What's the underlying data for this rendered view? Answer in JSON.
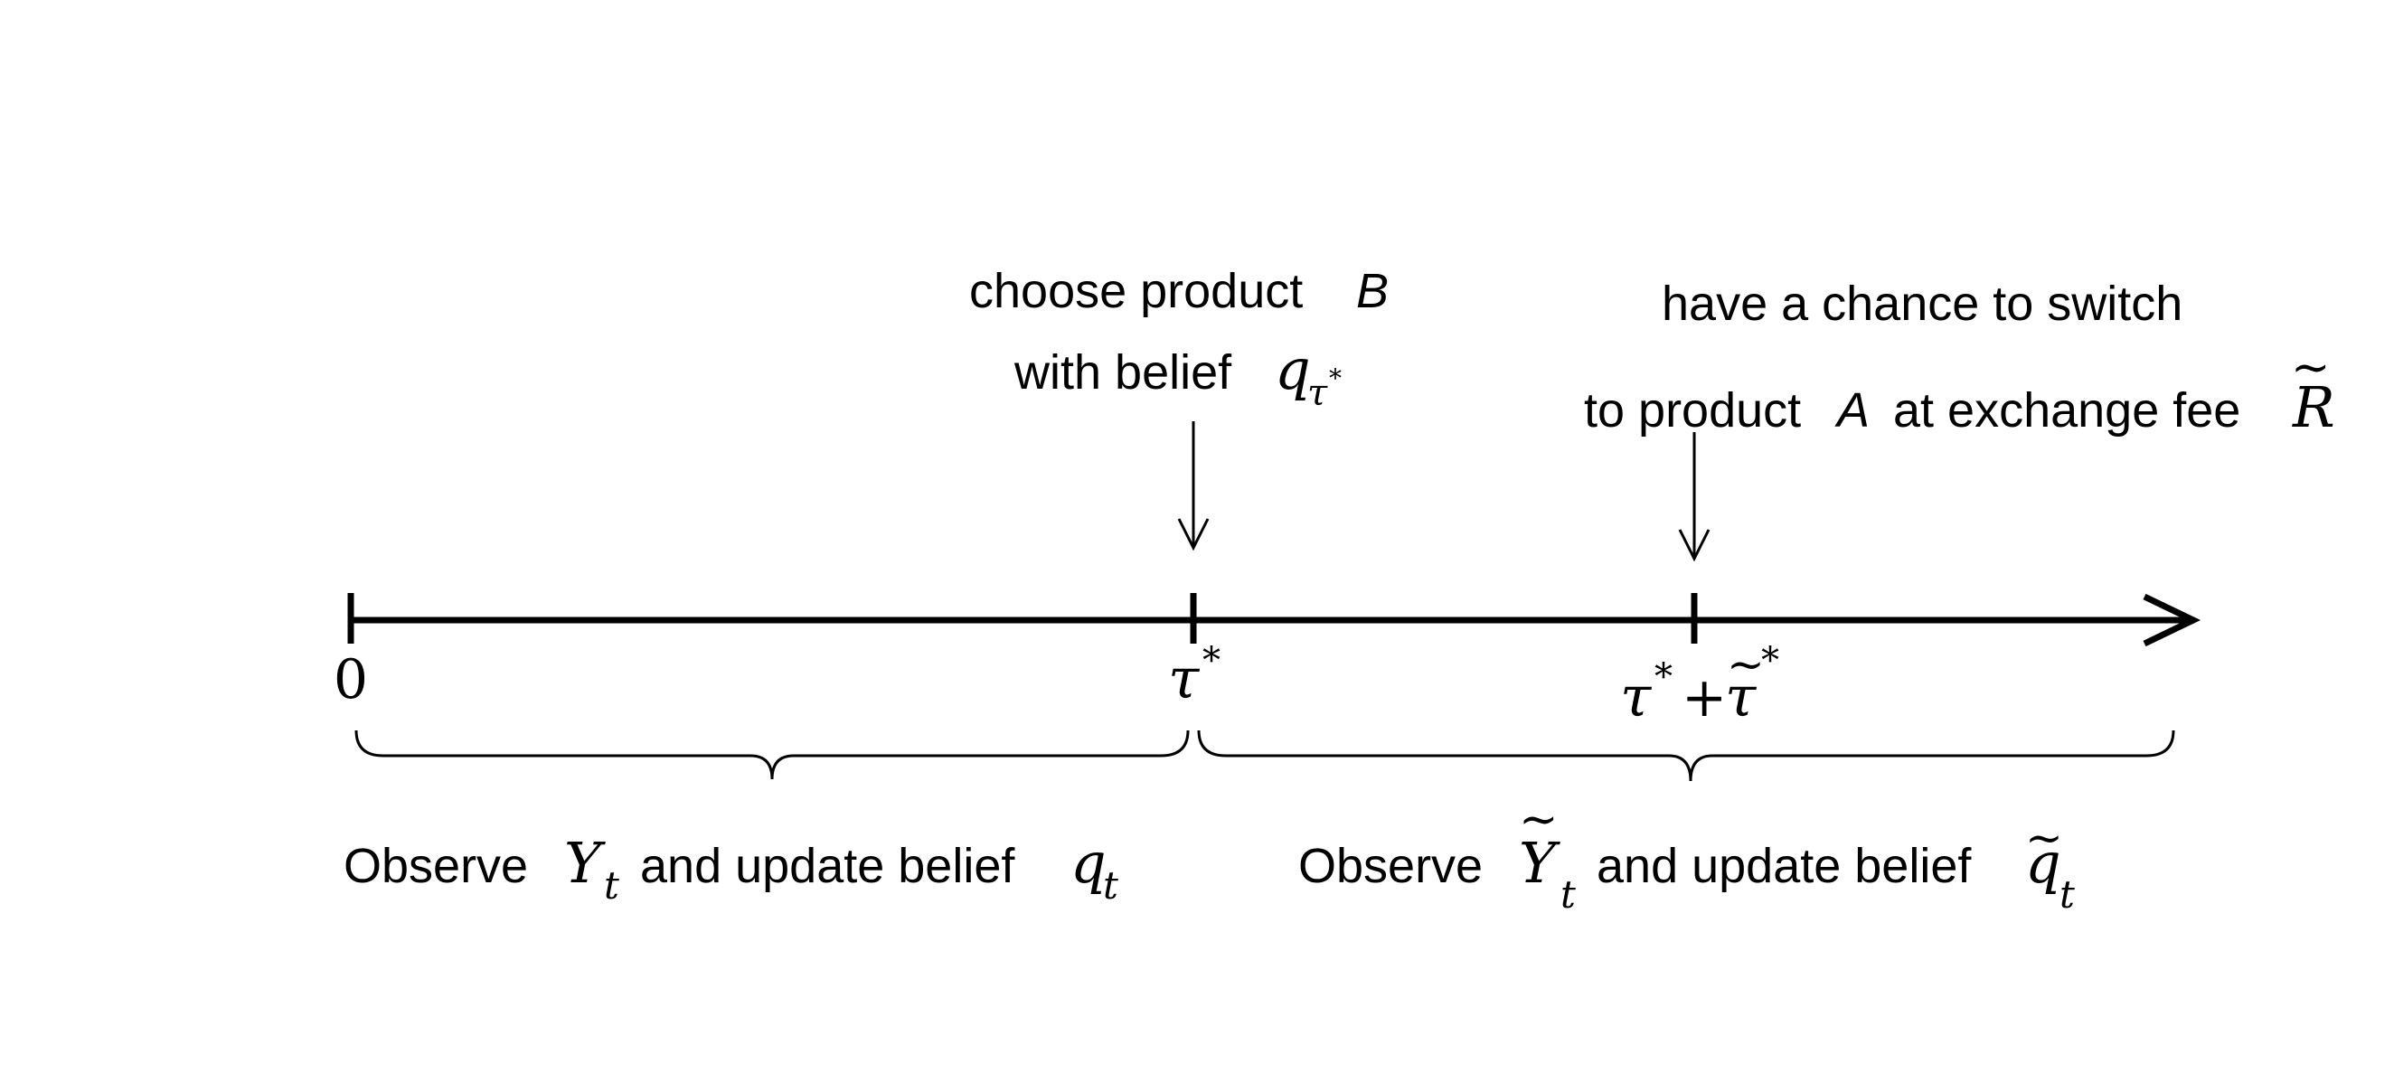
{
  "timeline": {
    "start_label": "0",
    "tau_label": "τ",
    "star": "*",
    "plus": "+",
    "tilde": "~"
  },
  "event_choose": {
    "line1": "choose product",
    "line1_var": "B",
    "line2": "with belief",
    "q_var": "q",
    "q_sub": "τ",
    "q_sub_star": "*"
  },
  "event_switch": {
    "line1": "have a chance to switch",
    "line2_pre": "to product",
    "line2_var": "A",
    "line2_mid": "at exchange fee",
    "fee_var": "R"
  },
  "phase1": {
    "observe": "Observe",
    "y_var": "Y",
    "sub": "t",
    "mid": "and update belief",
    "q_var": "q"
  },
  "phase2": {
    "observe": "Observe",
    "y_var": "Y",
    "sub": "t",
    "mid": "and update belief",
    "q_var": "q"
  },
  "colors": {
    "ink": "#000000",
    "background": "#ffffff"
  }
}
